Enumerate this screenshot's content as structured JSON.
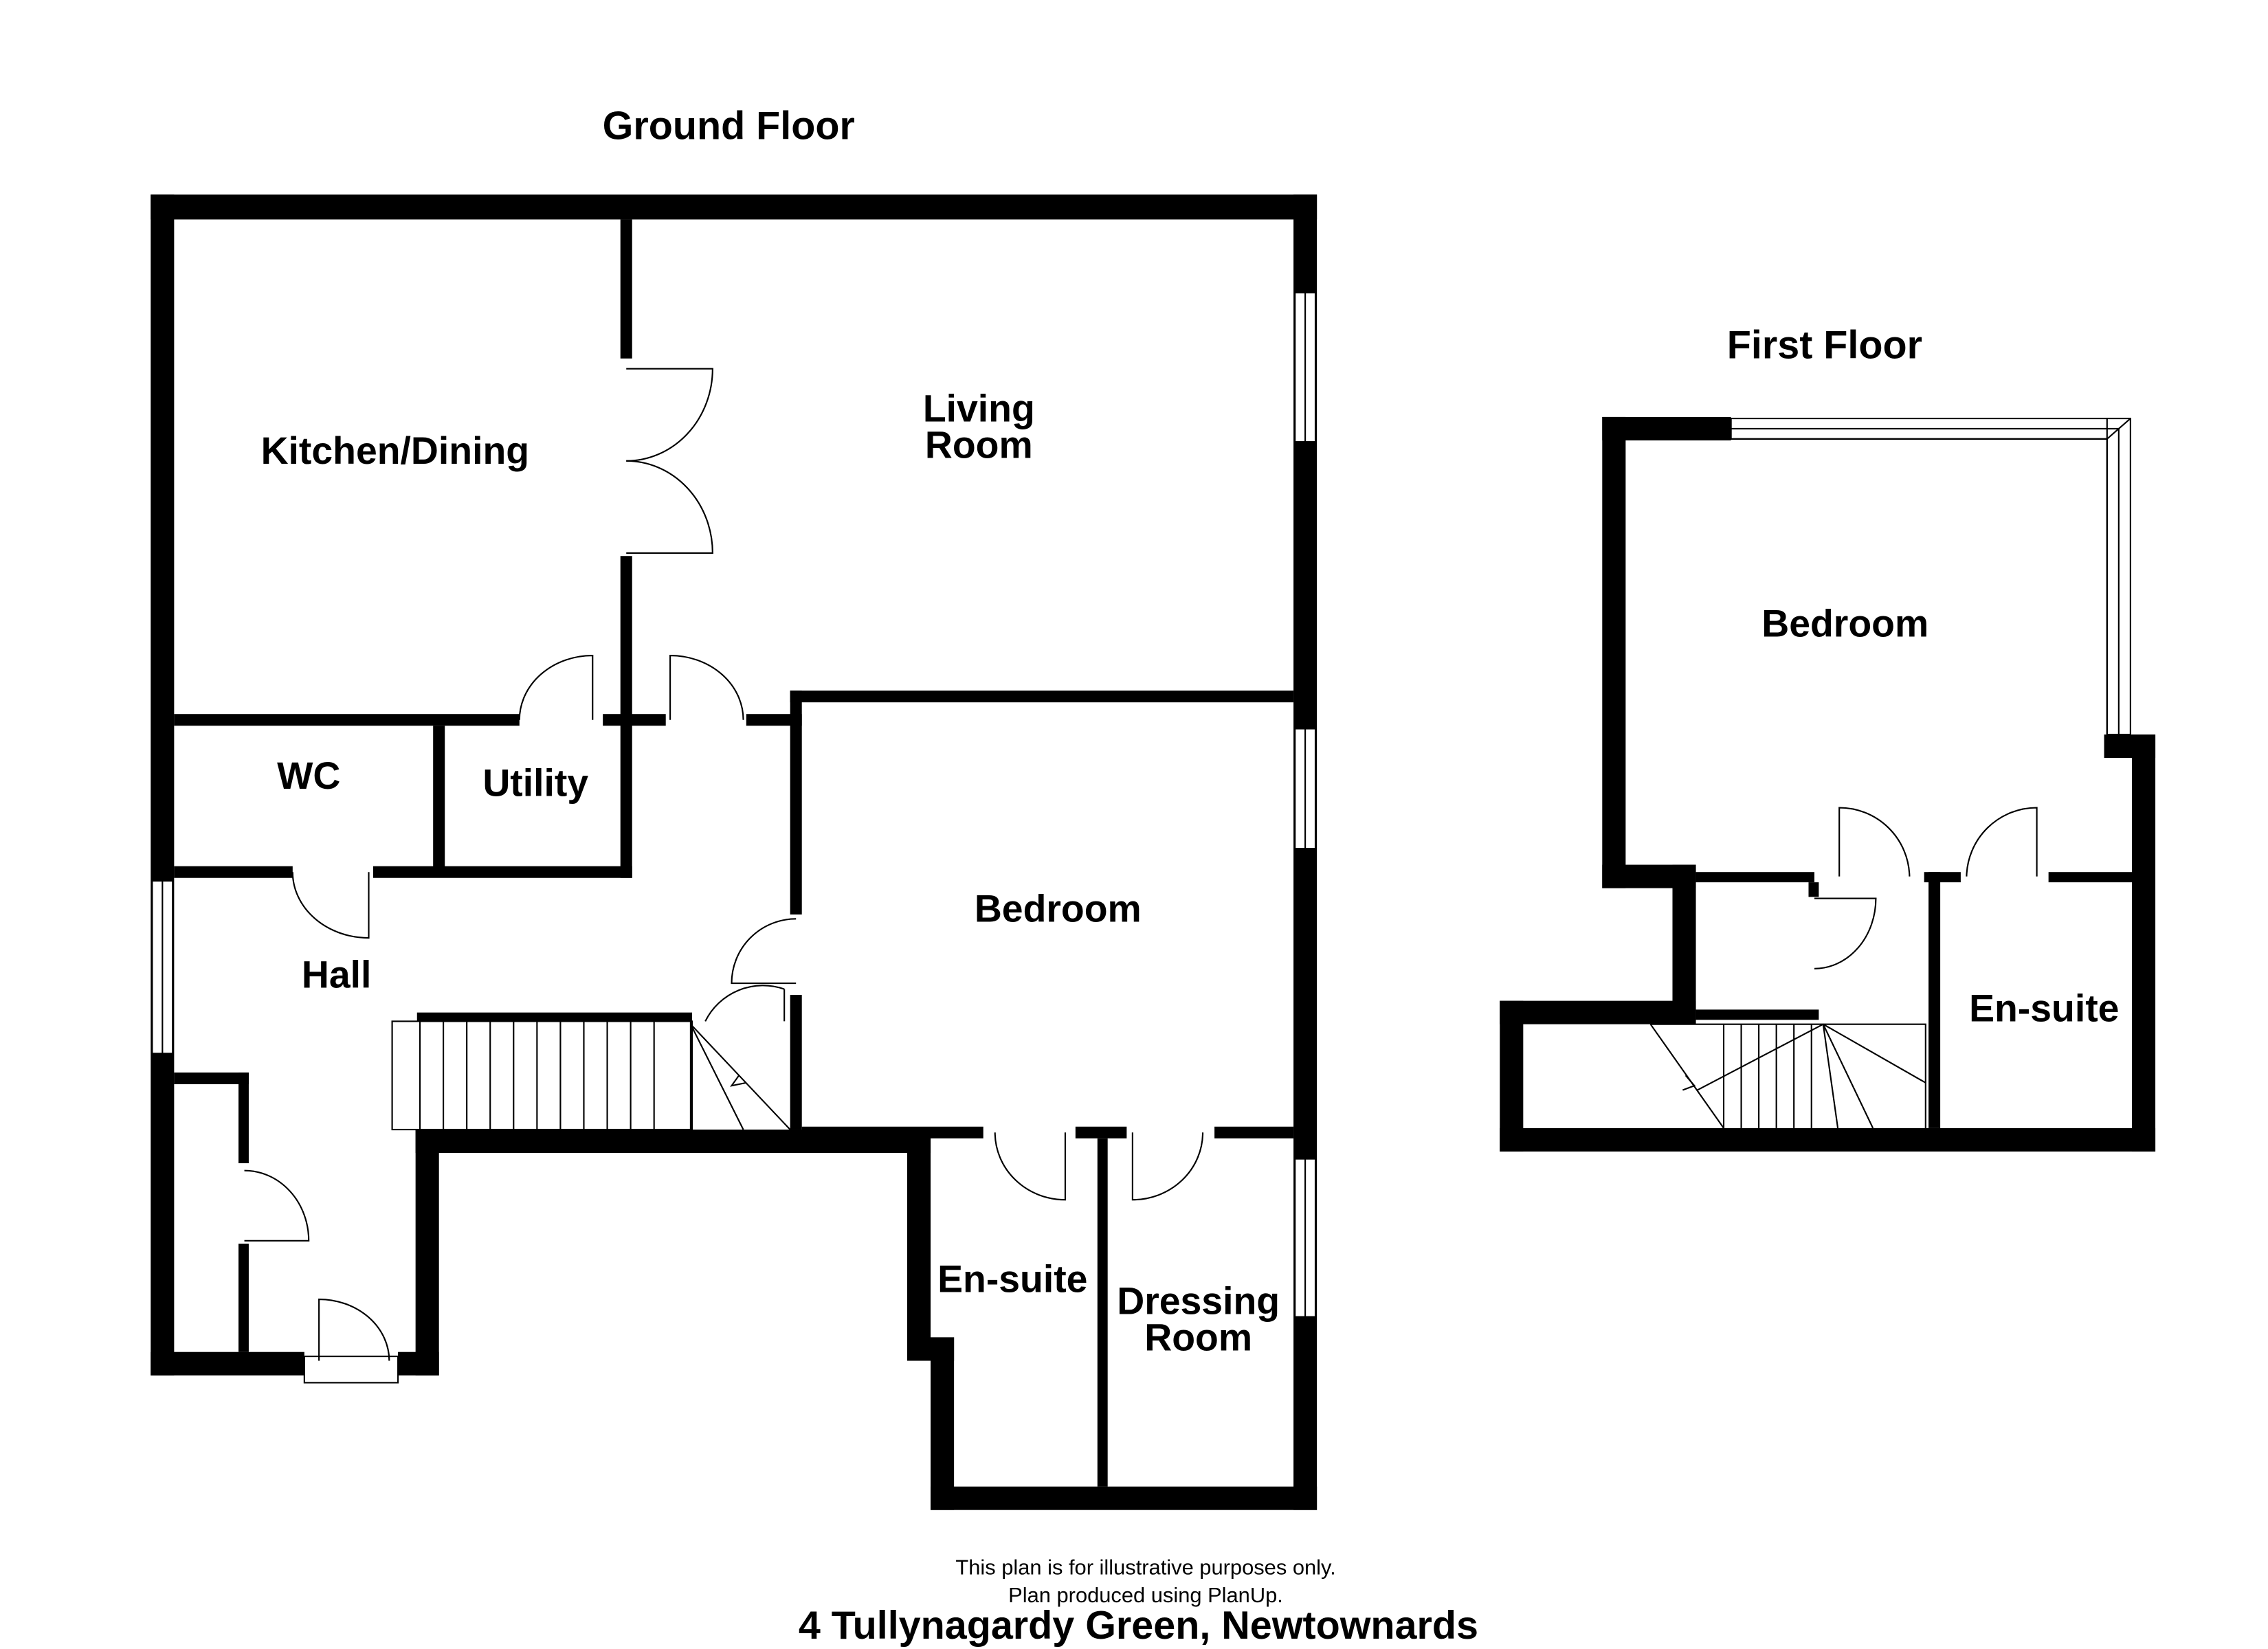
{
  "ground_floor": {
    "title": "Ground Floor",
    "rooms": [
      "Kitchen/Dining",
      "Living",
      "Room",
      "WC",
      "Utility",
      "Hall",
      "Bedroom",
      "En-suite",
      "Dressing",
      "Room"
    ]
  },
  "first_floor": {
    "title": "First Floor",
    "rooms": [
      "Bedroom",
      "En-suite"
    ]
  },
  "footer": {
    "disclaimer_line1": "This plan is for illustrative purposes only.",
    "disclaimer_line2": "Plan produced using PlanUp.",
    "address": "4 Tullynagardy Green, Newtownards"
  }
}
